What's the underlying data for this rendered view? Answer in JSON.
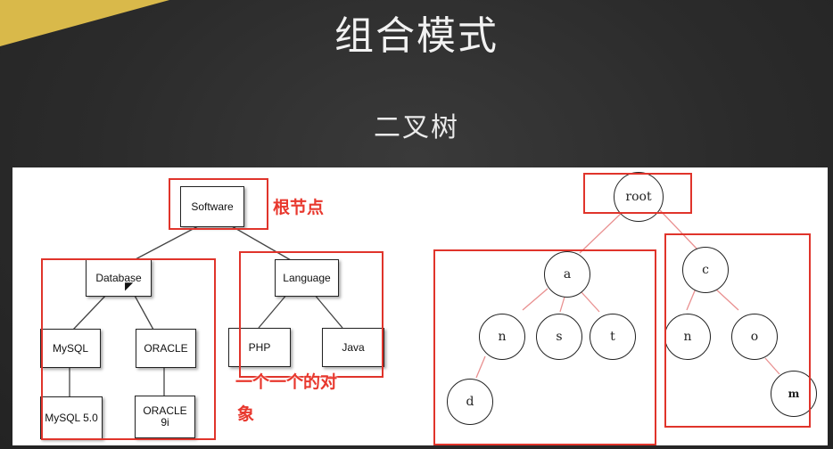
{
  "slide": {
    "title": "组合模式",
    "subtitle": "二叉树"
  },
  "left_tree": {
    "root": "Software",
    "database": "Database",
    "language": "Language",
    "mysql": "MySQL",
    "oracle": "ORACLE",
    "php": "PHP",
    "java": "Java",
    "mysql50": "MySQL 5.0",
    "oracle9i_line1": "ORACLE",
    "oracle9i_line2": "9i"
  },
  "annotations": {
    "root_node": "根节点",
    "leaf_line1": "一个一个的对",
    "leaf_line2": "象"
  },
  "right_tree": {
    "root": "root",
    "a": "a",
    "c": "c",
    "n1": "n",
    "s": "s",
    "t": "t",
    "d": "d",
    "n2": "n",
    "o": "o",
    "m": "m"
  },
  "colors": {
    "accent_corner": "#d9b94a",
    "highlight_red": "#e0342b",
    "tree_edge_pink": "#e99090"
  }
}
